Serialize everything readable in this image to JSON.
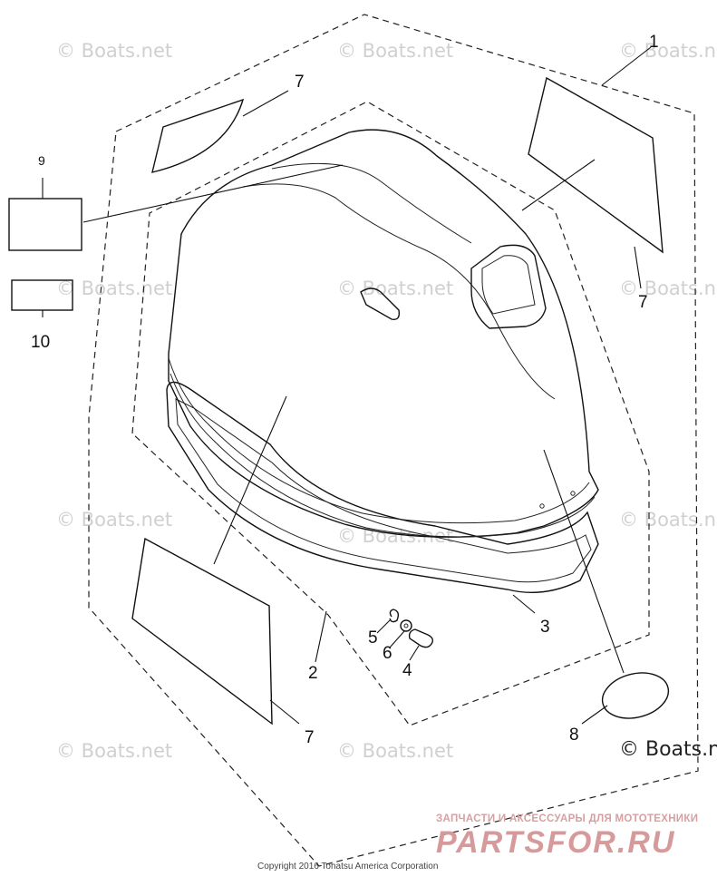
{
  "callouts": {
    "c1": "1",
    "c2": "2",
    "c3": "3",
    "c4": "4",
    "c5": "5",
    "c6": "6",
    "c7a": "7",
    "c7b": "7",
    "c7c": "7",
    "c8": "8",
    "c9": "9",
    "c10": "10"
  },
  "watermark": {
    "text": "© Boats.net",
    "corner_text": "© Boats.n"
  },
  "footer": {
    "copyright": "Copyright 2016 Tohatsu America Corporation",
    "brand_tagline": "ЗАПЧАСТИ И АКСЕССУАРЫ ДЛЯ МОТОТЕХНИКИ",
    "brand_name": "PARTSFOR.RU"
  }
}
